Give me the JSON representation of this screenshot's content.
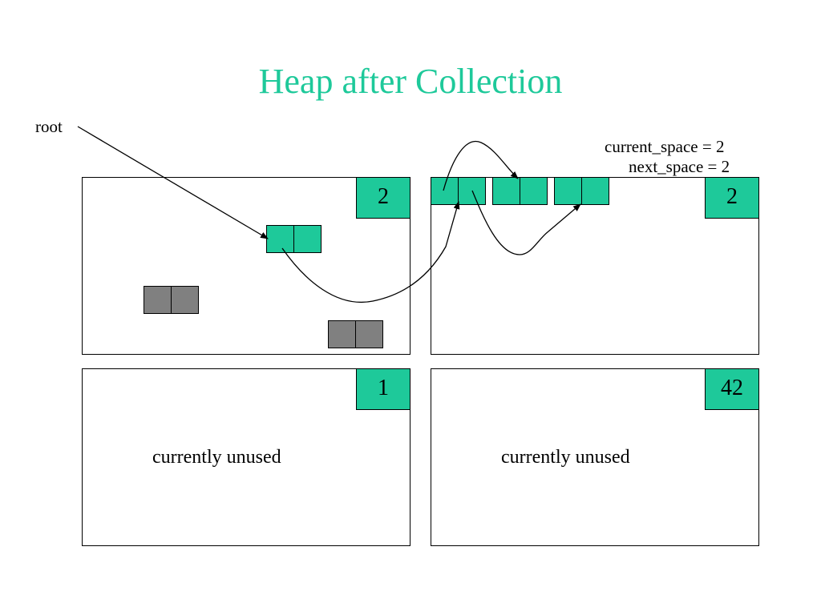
{
  "slide": {
    "title": "Heap after Collection"
  },
  "labels": {
    "root": "root",
    "current_space": "current_space = 2",
    "next_space": "next_space = 2"
  },
  "regions": {
    "top_left": {
      "tag": "2"
    },
    "top_right": {
      "tag": "2"
    },
    "bottom_left": {
      "tag": "1",
      "text": "currently unused"
    },
    "bottom_right": {
      "tag": "42",
      "text": "currently unused"
    }
  },
  "colors": {
    "live_object": "#1ec99a",
    "garbage_object": "#808080",
    "title": "#1ec99a"
  }
}
